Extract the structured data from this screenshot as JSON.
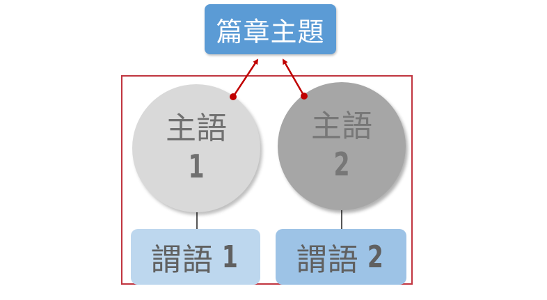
{
  "topic": {
    "label": "篇章主題"
  },
  "subjects": [
    {
      "word": "主語",
      "num": "1"
    },
    {
      "word": "主語",
      "num": "2"
    }
  ],
  "predicates": [
    {
      "word": "謂語",
      "num": "1"
    },
    {
      "word": "謂語",
      "num": "2"
    }
  ],
  "colors": {
    "topic_bg": "#5b9bd5",
    "frame": "#c0343f",
    "arrow": "#c00000",
    "subject1_bg": "#d9d9d9",
    "subject2_bg": "#a6a6a6",
    "predicate1_bg": "#bdd7ee",
    "predicate2_bg": "#9dc3e6"
  }
}
